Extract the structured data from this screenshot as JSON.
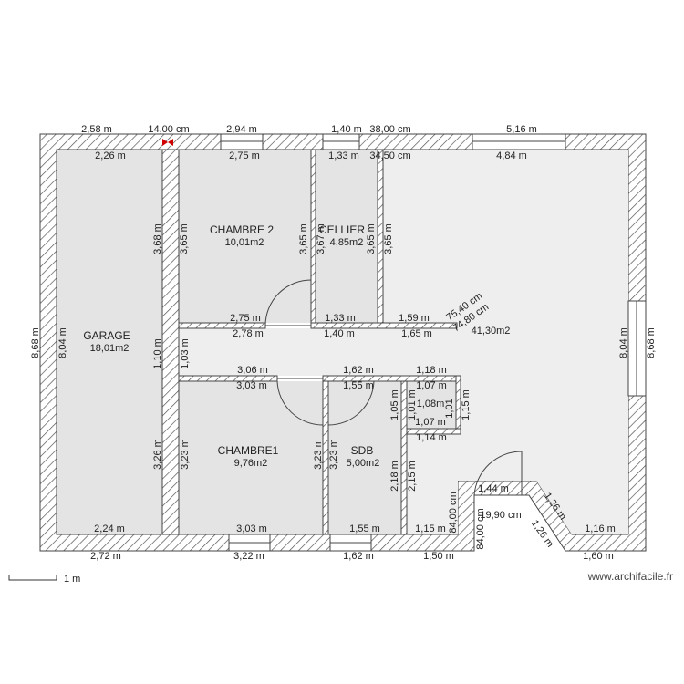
{
  "rooms": {
    "garage": {
      "name": "GARAGE",
      "area": "18,01m2"
    },
    "chambre2": {
      "name": "CHAMBRE 2",
      "area": "10,01m2"
    },
    "cellier": {
      "name": "CELLIER",
      "area": "4,85m2"
    },
    "chambre1": {
      "name": "CHAMBRE1",
      "area": "9,76m2"
    },
    "sdb": {
      "name": "SDB",
      "area": "5,00m2"
    },
    "main_area": "41,30m2"
  },
  "dims": {
    "d1": "2,58 m",
    "d2": "14,00 cm",
    "d3": "2,94 m",
    "d4": "1,40 m",
    "d5": "38,00 cm",
    "d6": "5,16 m",
    "d7": "2,26 m",
    "d8": "2,75 m",
    "d9": "1,33 m",
    "d10": "34,50 cm",
    "d11": "4,84 m",
    "d12": "3,68 m",
    "d13": "3,65 m",
    "d14": "3,65 m",
    "d15": "3,67 m",
    "d16": "3,65 m",
    "d17": "3,65 m",
    "d18": "8,68 m",
    "d19": "8,04 m",
    "d20": "8,04 m",
    "d21": "8,68 m",
    "d22": "2,75 m",
    "d23": "1,33 m",
    "d24": "1,59 m",
    "d25": "2,78 m",
    "d26": "1,40 m",
    "d27": "1,65 m",
    "d28": "75,40 cm",
    "d29": "74,80 cm",
    "d30": "1,10 m",
    "d31": "1,03 m",
    "d32": "3,06 m",
    "d33": "1,62 m",
    "d34": "1,18 m",
    "d35": "3,03 m",
    "d36": "1,55 m",
    "d37": "1,07 m",
    "d38": "1,05 m",
    "d39": "1,01 m",
    "d40": "1,08m",
    "d41": "1,01",
    "d42": "1,15 m",
    "d43": "1,07 m",
    "d44": "1,14 m",
    "d45": "3,26 m",
    "d46": "3,23 m",
    "d47": "3,23 m",
    "d48": "3,23 m",
    "d49": "2,18 m",
    "d50": "2,15 m",
    "d51": "1,44 m",
    "d52": "84,00 cm",
    "d53": "19,90 cm",
    "d54": "1,26 m",
    "d55": "1,26 m",
    "d56": "84,00 cm",
    "d57": "2,24 m",
    "d58": "3,03 m",
    "d59": "1,55 m",
    "d60": "1,15 m",
    "d61": "1,16 m",
    "d62": "2,72 m",
    "d63": "3,22 m",
    "d64": "1,62 m",
    "d65": "1,50 m",
    "d66": "1,60 m"
  },
  "scale_label": "1 m",
  "watermark": "www.archifacile.fr",
  "colors": {
    "wall_line": "#444444",
    "room_fill": "#e4e4e4",
    "main_fill": "#eeeeee",
    "marker": "#d00000"
  }
}
